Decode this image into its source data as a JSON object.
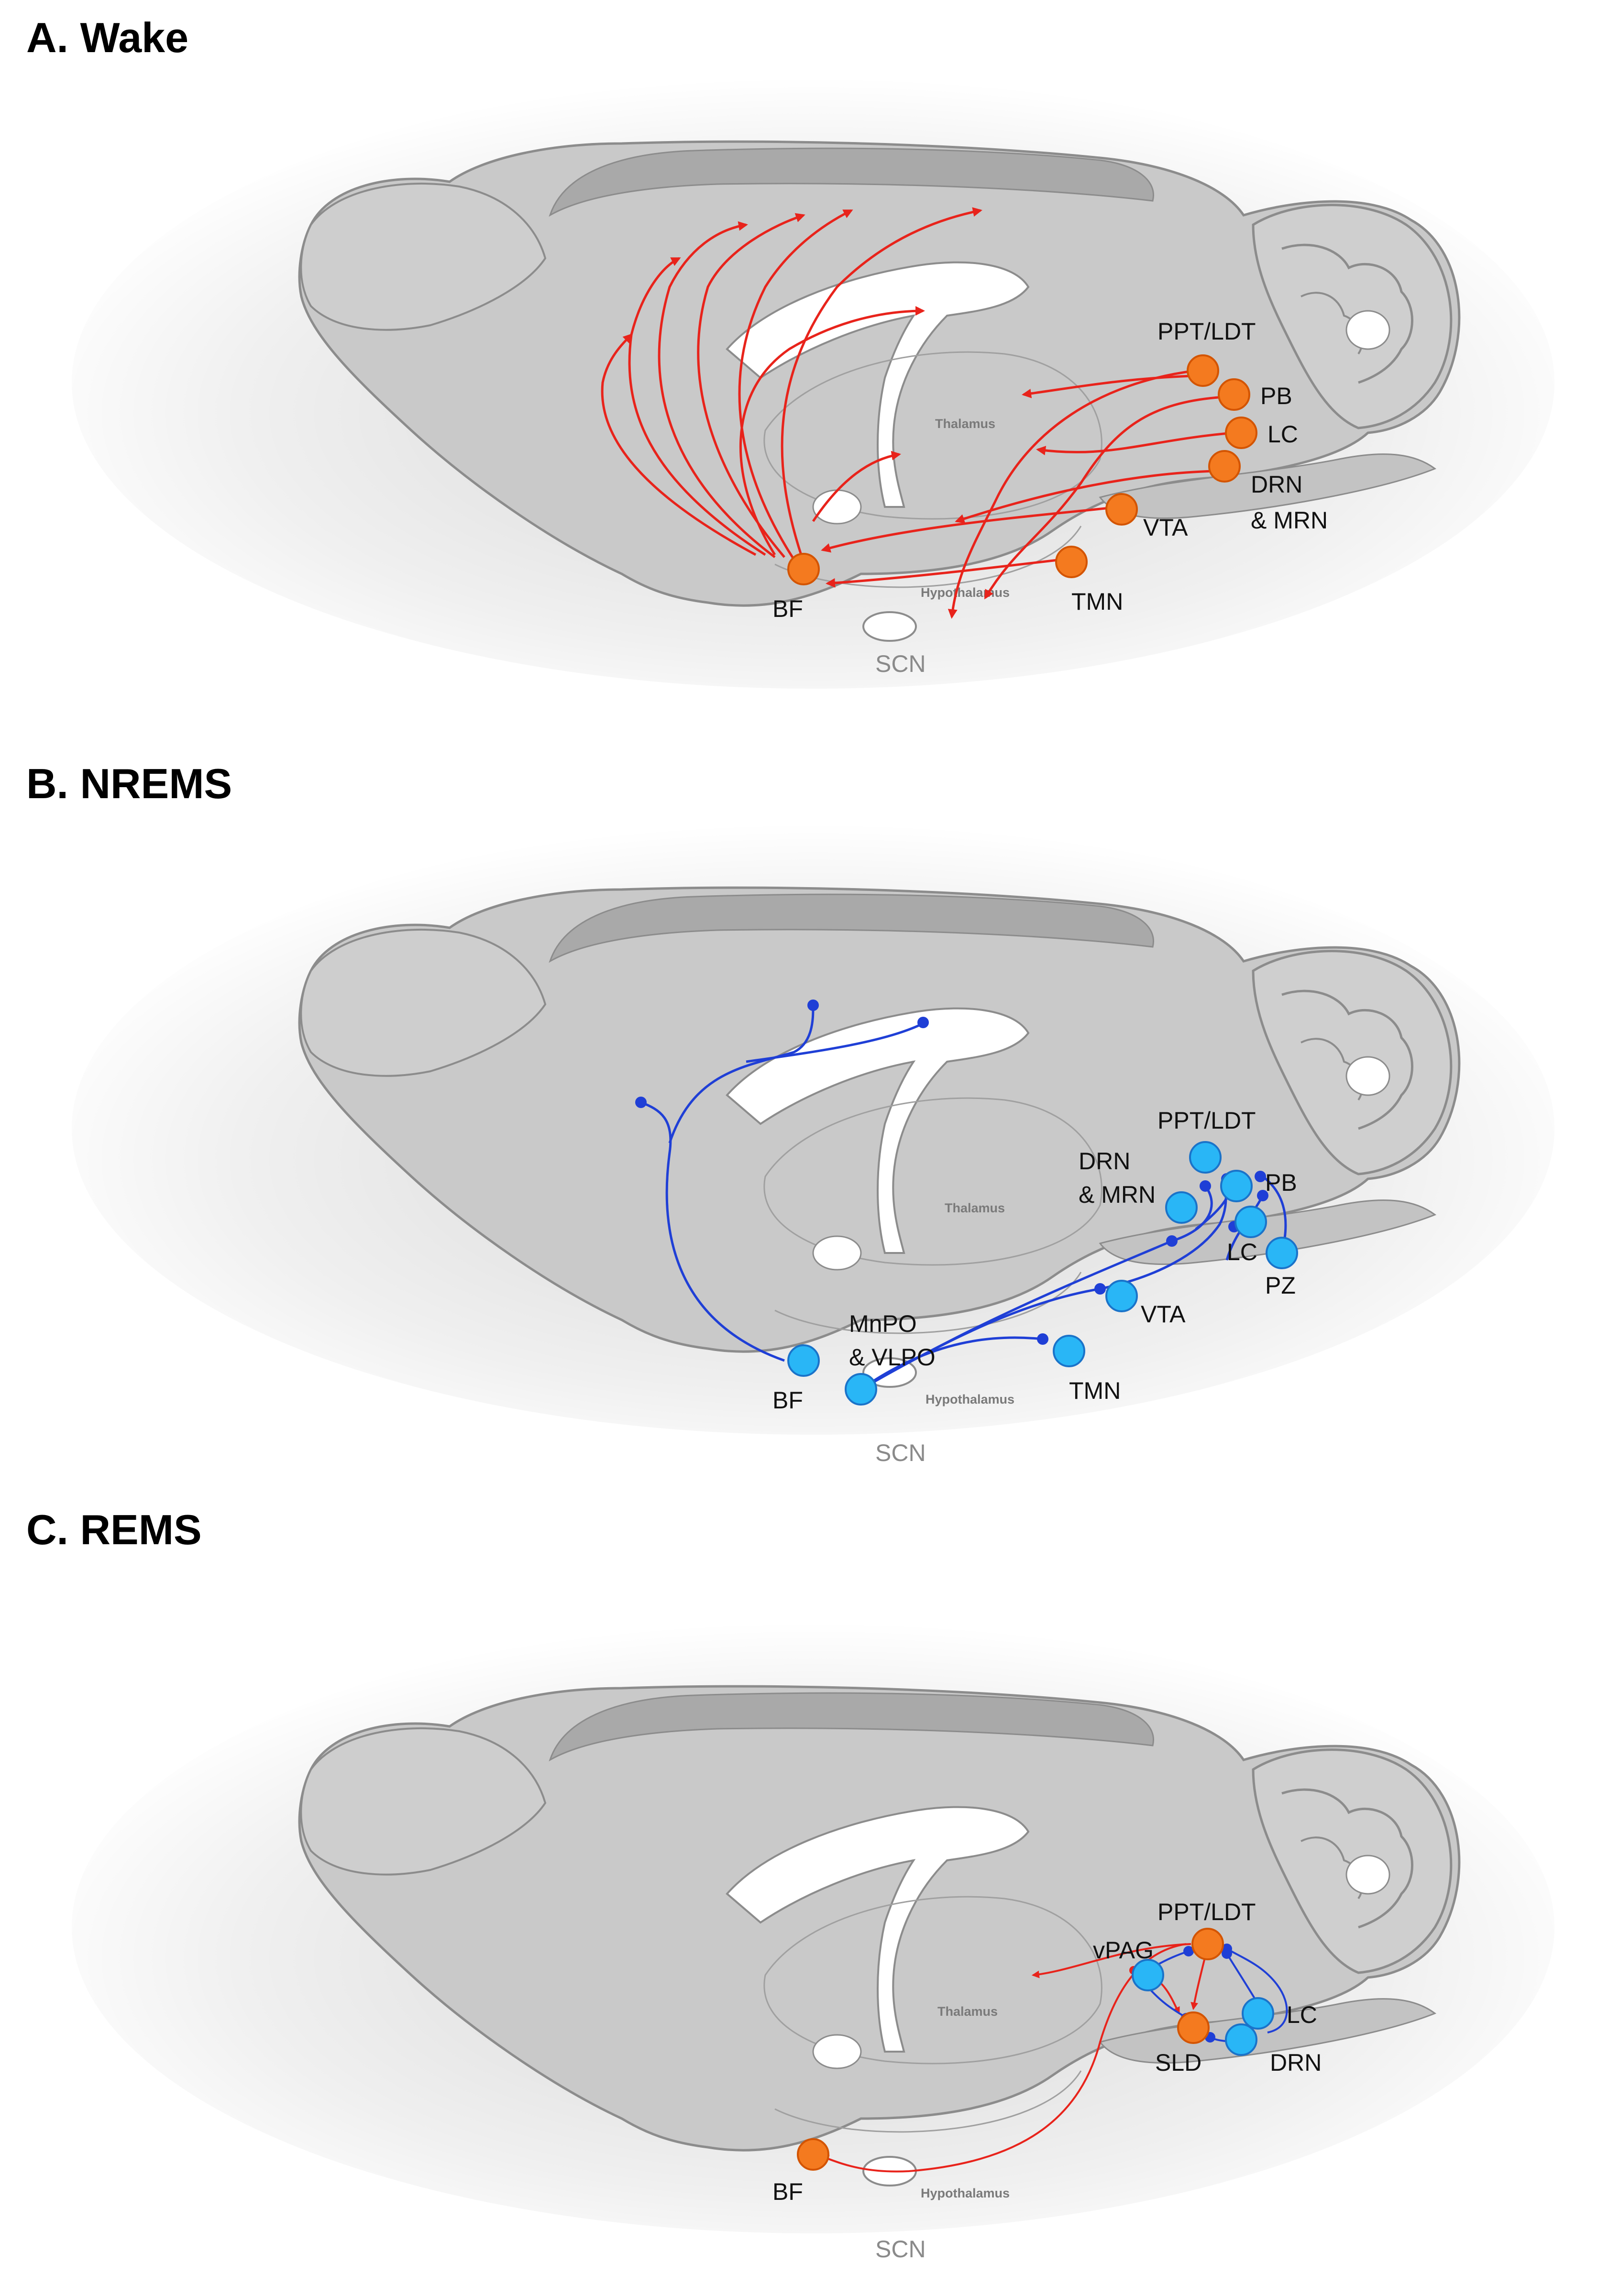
{
  "panels": [
    {
      "id": "a",
      "title": "A. Wake",
      "regions": {
        "thalamus": "Thalamus",
        "hypothalamus": "Hypothalamus"
      },
      "scn": "SCN",
      "nuclei": [
        {
          "key": "ppt",
          "label": "PPT/LDT",
          "state": "active"
        },
        {
          "key": "pb",
          "label": "PB",
          "state": "active"
        },
        {
          "key": "lc",
          "label": "LC",
          "state": "active"
        },
        {
          "key": "drn",
          "label": "DRN",
          "label2": "& MRN",
          "state": "active"
        },
        {
          "key": "vta",
          "label": "VTA",
          "state": "active"
        },
        {
          "key": "tmn",
          "label": "TMN",
          "state": "active"
        },
        {
          "key": "bf",
          "label": "BF",
          "state": "active"
        }
      ]
    },
    {
      "id": "b",
      "title": "B. NREMS",
      "regions": {
        "thalamus": "Thalamus",
        "hypothalamus": "Hypothalamus"
      },
      "scn": "SCN",
      "nuclei": [
        {
          "key": "ppt",
          "label": "PPT/LDT",
          "state": "inhibited"
        },
        {
          "key": "drn",
          "label": "DRN",
          "label2": "& MRN",
          "state": "inhibited"
        },
        {
          "key": "pb",
          "label": "PB",
          "state": "inhibited"
        },
        {
          "key": "lc",
          "label": "LC",
          "state": "inhibited"
        },
        {
          "key": "pz",
          "label": "PZ",
          "state": "sleep-promoting"
        },
        {
          "key": "vta",
          "label": "VTA",
          "state": "inhibited"
        },
        {
          "key": "mnpo",
          "label": "MnPO",
          "label2": "& VLPO",
          "state": "sleep-promoting"
        },
        {
          "key": "tmn",
          "label": "TMN",
          "state": "inhibited"
        },
        {
          "key": "bf",
          "label": "BF",
          "state": "sleep-promoting"
        }
      ]
    },
    {
      "id": "c",
      "title": "C. REMS",
      "regions": {
        "thalamus": "Thalamus",
        "hypothalamus": "Hypothalamus"
      },
      "scn": "SCN",
      "nuclei": [
        {
          "key": "ppt",
          "label": "PPT/LDT",
          "state": "active"
        },
        {
          "key": "vpag",
          "label": "vPAG",
          "state": "inhibitory"
        },
        {
          "key": "lc",
          "label": "LC",
          "state": "inhibitory"
        },
        {
          "key": "sld",
          "label": "SLD",
          "state": "active"
        },
        {
          "key": "drn",
          "label": "DRN",
          "state": "inhibitory"
        },
        {
          "key": "bf",
          "label": "BF",
          "state": "active"
        }
      ]
    }
  ],
  "colors": {
    "wake_node": "#f47a1f",
    "wake_node_stroke": "#d35400",
    "wake_arrow": "#e8231b",
    "sleep_node": "#29b6f6",
    "sleep_node_stroke": "#1a73c9",
    "inhibit_line": "#1f3fd6",
    "brain_fill": "#c9c9c9",
    "brain_outline": "#8c8c8c"
  }
}
